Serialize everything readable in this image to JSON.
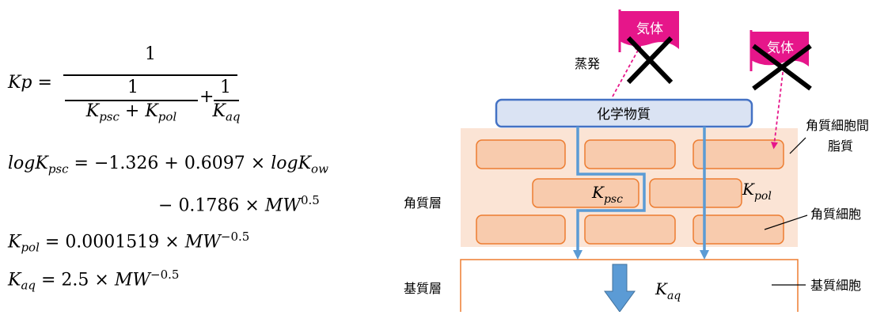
{
  "formulas": {
    "kp": {
      "lhs": "Kp",
      "eq": "=",
      "numerator": "1",
      "frac1_num": "1",
      "frac1_den_k1": "K",
      "frac1_den_k1_sub": "psc",
      "frac1_den_plus": "+",
      "frac1_den_k2": "K",
      "frac1_den_k2_sub": "pol",
      "plus": "+",
      "frac2_num": "1",
      "frac2_den_k": "K",
      "frac2_den_sub": "aq"
    },
    "kpsc": {
      "lhs": "logK",
      "lhs_sub": "psc",
      "eq": "=",
      "const": "−1.326",
      "plus": "+",
      "coef": "0.6097",
      "times": "×",
      "log": "logK",
      "log_sub": "ow",
      "line2_minus": "−",
      "line2_coef": "0.1786",
      "line2_times": "×",
      "line2_mw": "MW",
      "line2_exp": "0.5"
    },
    "kpol": {
      "lhs": "K",
      "lhs_sub": "pol",
      "eq": "=",
      "coef": "0.0001519",
      "times": "×",
      "mw": "MW",
      "exp": "−0.5"
    },
    "kaq": {
      "lhs": "K",
      "lhs_sub": "aq",
      "eq": "=",
      "coef": "2.5",
      "times": "×",
      "mw": "MW",
      "exp": "−0.5"
    }
  },
  "diagram": {
    "gas_flag_1": "気体",
    "gas_flag_2": "気体",
    "evaporation": "蒸発",
    "chemical": "化学物質",
    "intercellular_lipid_1": "角質細胞間",
    "intercellular_lipid_2": "脂質",
    "stratum_corneum": "角質層",
    "corneocyte": "角質細胞",
    "basal_layer": "基質層",
    "basal_cell": "基質細胞",
    "k_psc": "K",
    "k_psc_sub": "psc",
    "k_pol": "K",
    "k_pol_sub": "pol",
    "k_aq": "K",
    "k_aq_sub": "aq"
  },
  "colors": {
    "flag": "#e6168a",
    "layer_fill": "#fbe4d5",
    "cell_fill": "#f8cbad",
    "cell_stroke": "#ed7d31",
    "chem_fill": "#dae3f3",
    "chem_stroke": "#4472c4",
    "path_blue": "#5b9bd5",
    "evap_arrow": "#e6168a"
  }
}
